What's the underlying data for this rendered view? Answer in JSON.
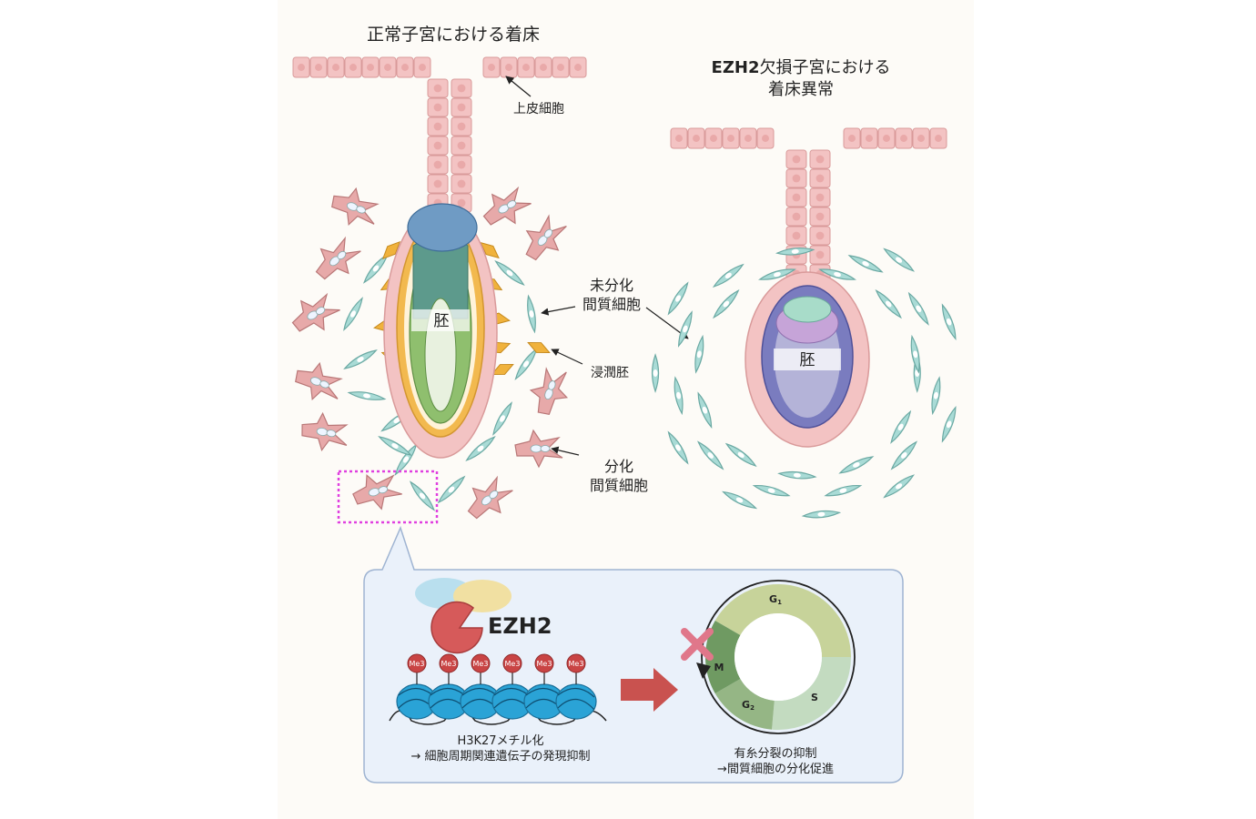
{
  "left_panel": {
    "title": "正常子宮における着床",
    "label_epithelium": "上皮細胞",
    "label_undiff_1": "未分化",
    "label_undiff_2": "間質細胞",
    "label_invasive": "浸潤胚",
    "label_diff_1": "分化",
    "label_diff_2": "間質細胞",
    "label_embryo": "胚"
  },
  "right_panel": {
    "title_bold": "EZH2",
    "title_rest": "欠損子宮における",
    "title_line2": "着床異常",
    "label_embryo": "胚"
  },
  "mechanism": {
    "ezh2_label": "EZH2",
    "me3_label": "Me3",
    "caption_line1": "H3K27メチル化",
    "caption_line2": "→ 細胞周期関連遺伝子の発現抑制",
    "cycle_g1": "G",
    "cycle_g1_sub": "1",
    "cycle_s": "S",
    "cycle_g2": "G",
    "cycle_g2_sub": "2",
    "cycle_m": "M",
    "result_line1": "有糸分裂の抑制",
    "result_line2": "→間質細胞の分化促進"
  },
  "colors": {
    "background_panel": "#fdfbf7",
    "epithelium": "#f3c3c3",
    "epithelium_stroke": "#d99a9a",
    "undiff_stromal": "#a9dbd6",
    "diff_stromal": "#e7a9a9",
    "invasive": "#f0b23c",
    "embryo_green": "#8fbf6e",
    "embryo_teal": "#5d9a8c",
    "embryo_blue": "#6f9bc4",
    "embryo_purple": "#7a7cbf",
    "mechanism_box": "#eaf1fa",
    "mechanism_border": "#9fb4d2",
    "dotted_box": "#e040e0",
    "ezh2_red": "#d65a5a",
    "me3_red": "#c94444",
    "dna_blue": "#2aa3d6",
    "arrow_red": "#c9524f",
    "cycle_g1": "#c7d39a",
    "cycle_s": "#c3dbc0",
    "cycle_g2": "#95b685",
    "cycle_m": "#6f9a62",
    "cross_pink": "#e0778a"
  }
}
